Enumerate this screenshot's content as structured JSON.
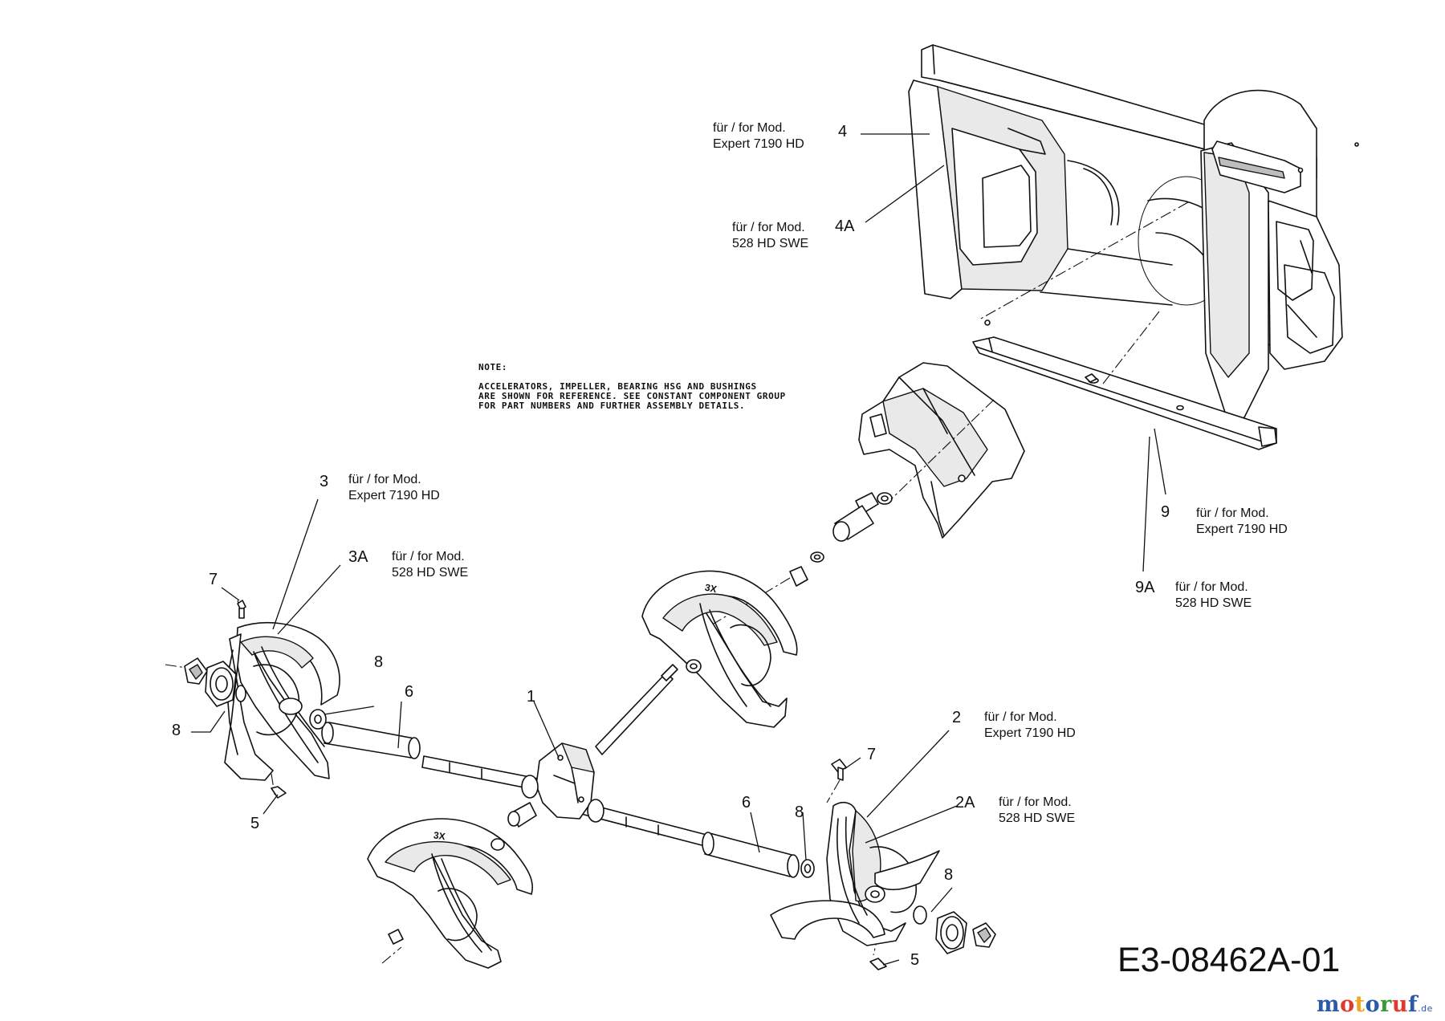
{
  "drawing_number": "E3-08462A-01",
  "note": {
    "heading": "NOTE:",
    "lines": [
      "ACCELERATORS, IMPELLER, BEARING HSG AND BUSHINGS",
      "ARE SHOWN FOR REFERENCE. SEE CONSTANT COMPONENT GROUP",
      "FOR PART NUMBERS AND FURTHER ASSEMBLY DETAILS."
    ]
  },
  "model_labels": {
    "prefix": "für / for Mod.",
    "expert": "Expert 7190 HD",
    "swe": "528 HD SWE"
  },
  "callouts": {
    "p1": "1",
    "p2": "2",
    "p2a": "2A",
    "p3": "3",
    "p3a": "3A",
    "p4": "4",
    "p4a": "4A",
    "p5": "5",
    "p6": "6",
    "p7": "7",
    "p8": "8",
    "p9": "9",
    "p9a": "9A"
  },
  "watermark": {
    "letters": [
      "m",
      "o",
      "t",
      "o",
      "r",
      "u",
      "f"
    ],
    "tld": ".de",
    "colors": [
      "#2b5aa8",
      "#e03a2f",
      "#f0a51e",
      "#2b5aa8",
      "#3a9a3a",
      "#e03a2f",
      "#2b5aa8"
    ]
  },
  "colors": {
    "line": "#111111",
    "fill": "#ffffff",
    "shade": "#e9e9e9",
    "dark_shade": "#bdbdbd"
  }
}
